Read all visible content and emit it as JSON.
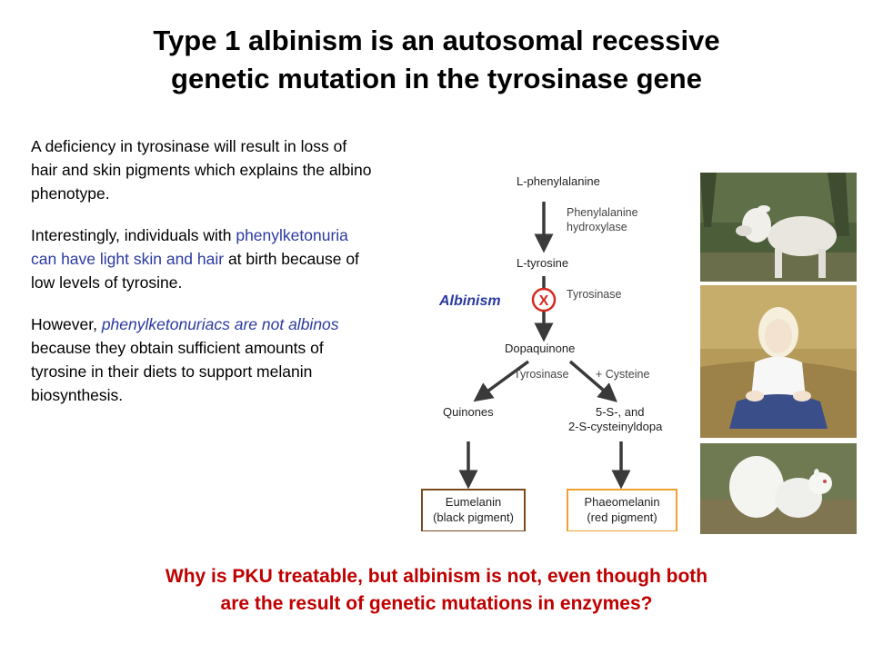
{
  "slide": {
    "title_line1": "Type 1 albinism is an autosomal recessive",
    "title_line2": "genetic mutation in the tyrosinase gene",
    "paragraph1": "A deficiency in tyrosinase will result in loss of hair and skin pigments which explains the albino phenotype.",
    "paragraph2_start": "Interestingly, individuals with ",
    "paragraph2_highlight": "phenylketonuria can have light skin and hair",
    "paragraph2_end": " at birth because of low levels of tyrosine.",
    "paragraph3_start": "However, ",
    "paragraph3_highlight": "phenylketonuriacs are not albinos",
    "paragraph3_end": " because they obtain sufficient amounts of tyrosine in their diets to support melanin biosynthesis.",
    "question_line1": "Why is PKU treatable, but albinism is not, even though both",
    "question_line2": "are the result of genetic mutations in enzymes?"
  },
  "pathway": {
    "phenylalanine": "L-phenylalanine",
    "enzyme1_line1": "Phenylalanine",
    "enzyme1_line2": "hydroxylase",
    "tyrosine": "L-tyrosine",
    "block_label": "Albinism",
    "block_mark": "X",
    "enzyme2": "Tyrosinase",
    "dopaquinone": "Dopaquinone",
    "enzyme3": "Tyrosinase",
    "cosubstrate": "+ Cysteine",
    "quinones": "Quinones",
    "cysteinyl_line1": "5-S-, and",
    "cysteinyl_line2": "2-S-cysteinyldopa",
    "eumelanin_line1": "Eumelanin",
    "eumelanin_line2": "(black pigment)",
    "phaeomelanin_line1": "Phaeomelanin",
    "phaeomelanin_line2": "(red pigment)"
  },
  "colors": {
    "accent_blue": "#2b3a9f",
    "question_red": "#c00000",
    "block_red": "#d62a1e",
    "eumelanin_box": "#7a4a1e",
    "phaeomelanin_box": "#f0a030"
  }
}
